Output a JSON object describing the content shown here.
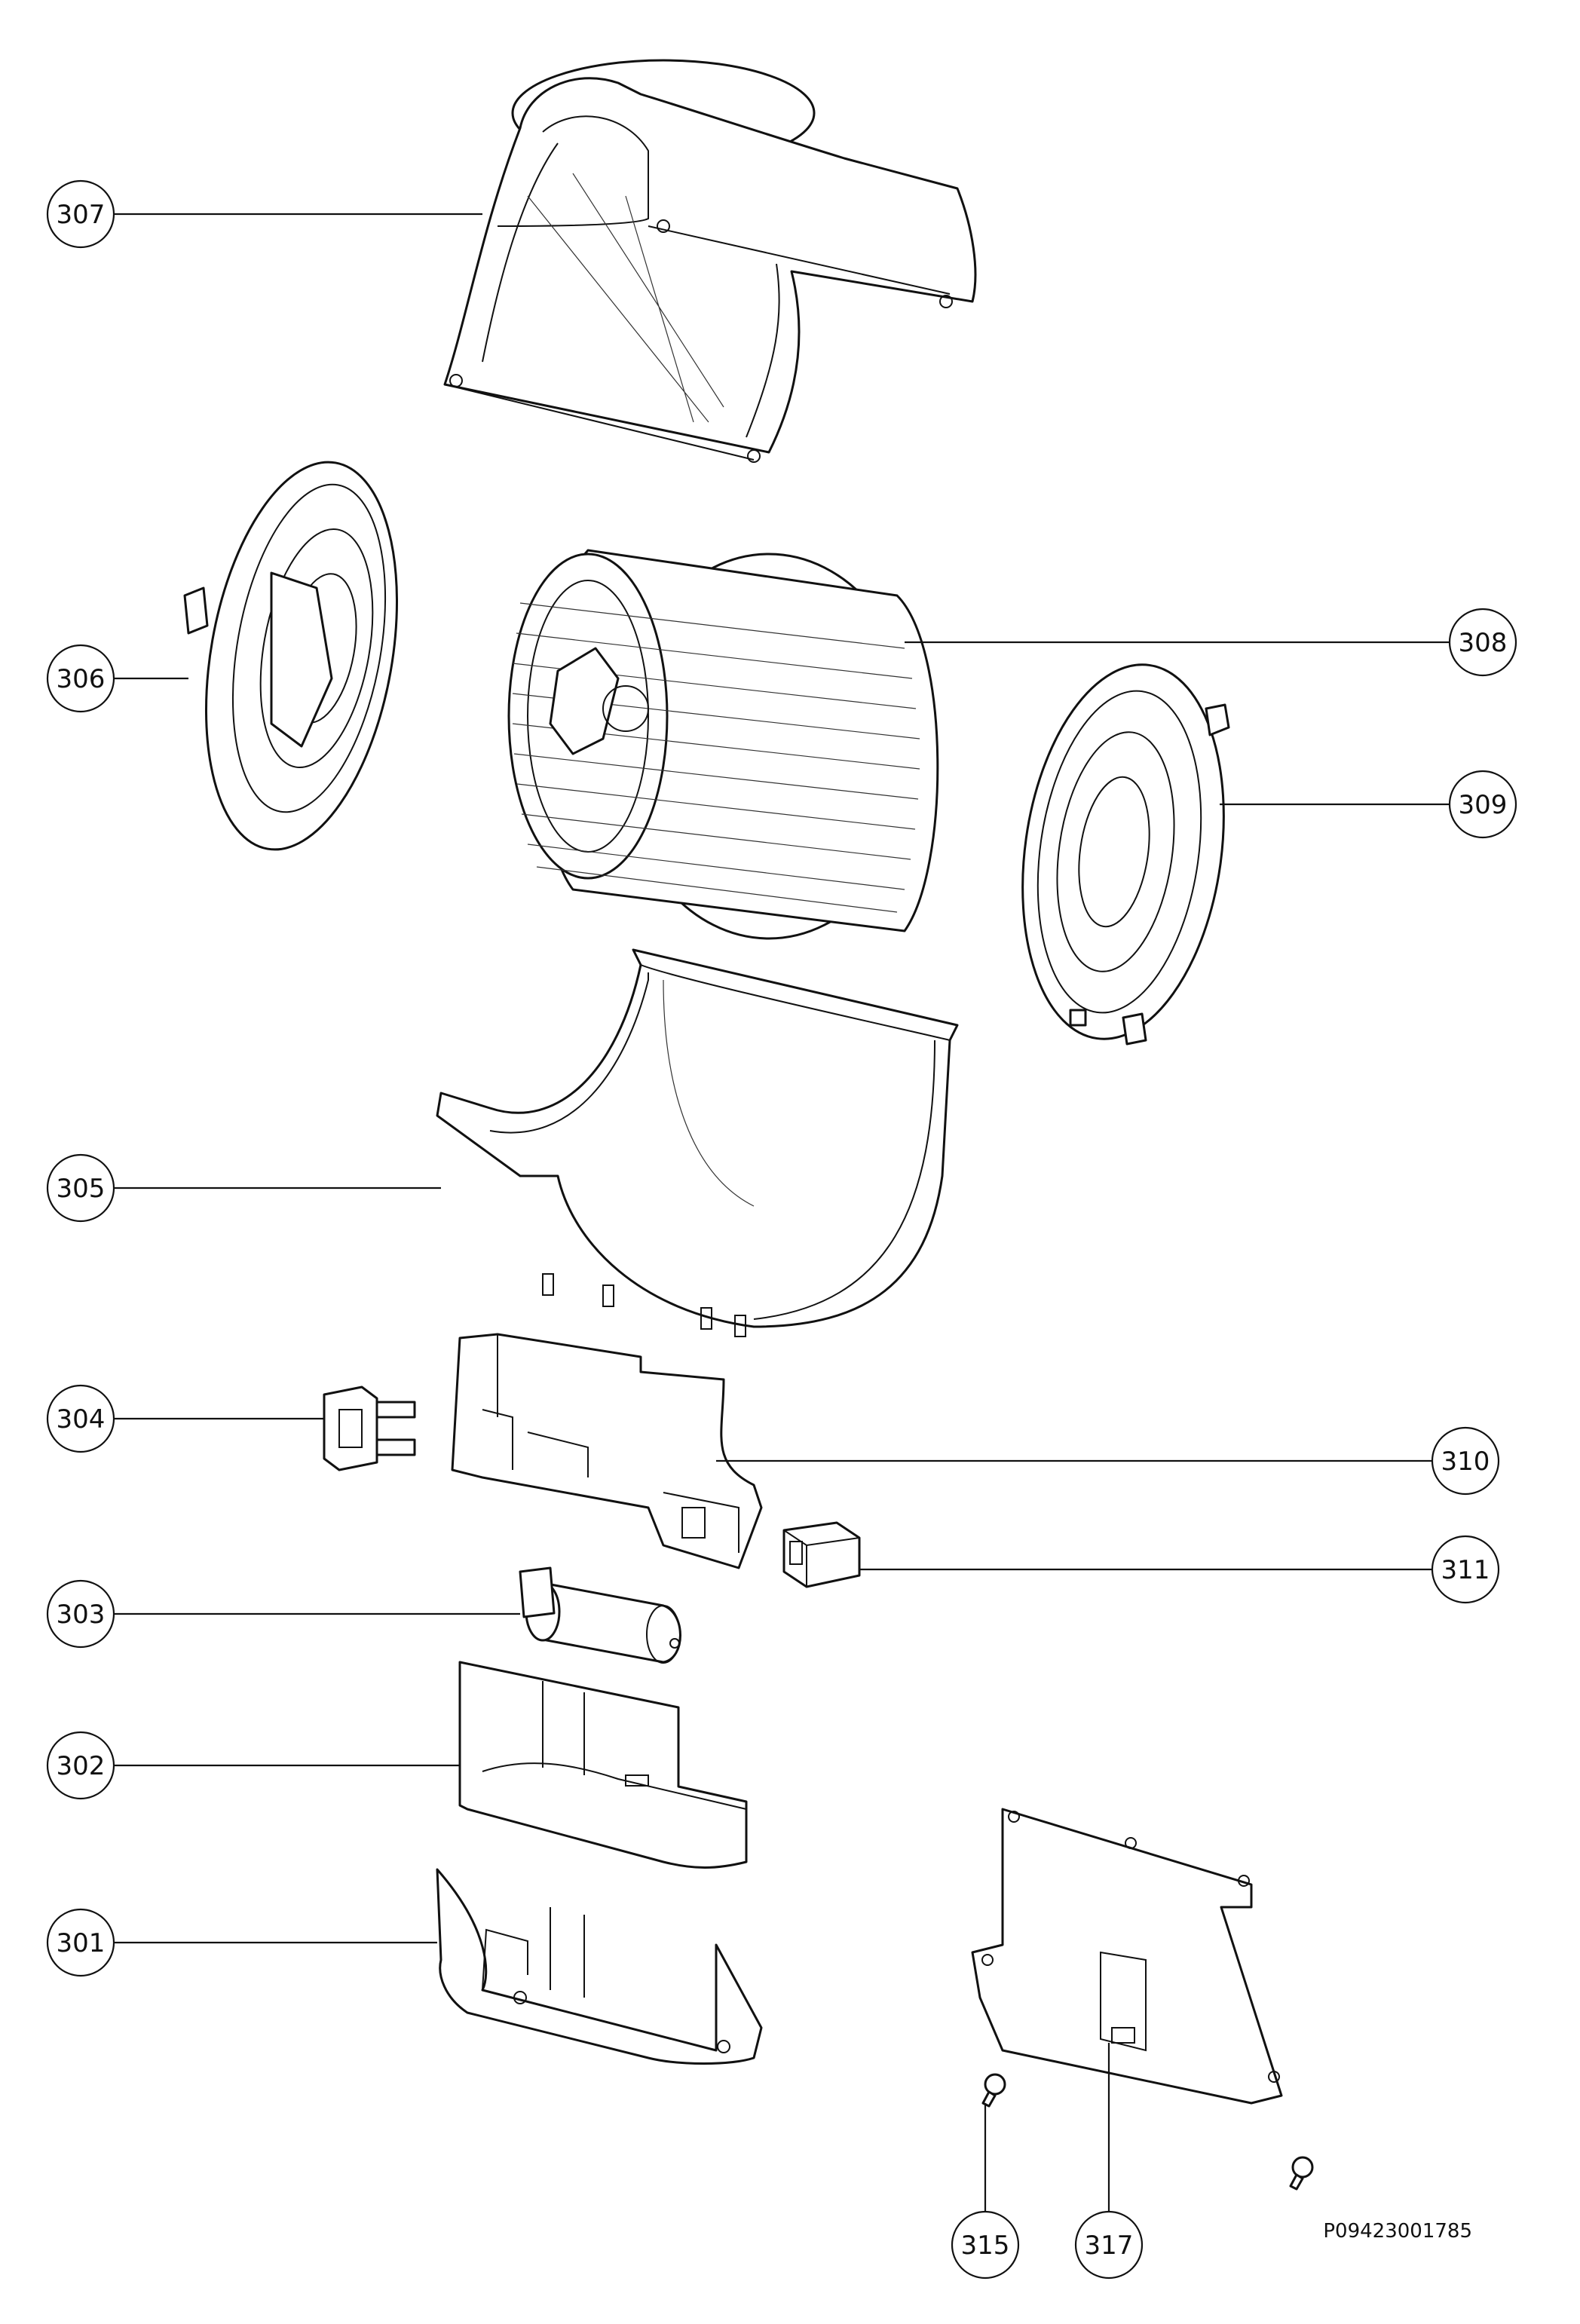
{
  "diagram": {
    "type": "exploded-parts-view",
    "document_id": "P09423001785",
    "callouts": [
      {
        "id": "307",
        "label": "307"
      },
      {
        "id": "306",
        "label": "306"
      },
      {
        "id": "308",
        "label": "308"
      },
      {
        "id": "309",
        "label": "309"
      },
      {
        "id": "305",
        "label": "305"
      },
      {
        "id": "304",
        "label": "304"
      },
      {
        "id": "310",
        "label": "310"
      },
      {
        "id": "311",
        "label": "311"
      },
      {
        "id": "303",
        "label": "303"
      },
      {
        "id": "302",
        "label": "302"
      },
      {
        "id": "301",
        "label": "301"
      },
      {
        "id": "315",
        "label": "315"
      },
      {
        "id": "317",
        "label": "317"
      }
    ]
  }
}
